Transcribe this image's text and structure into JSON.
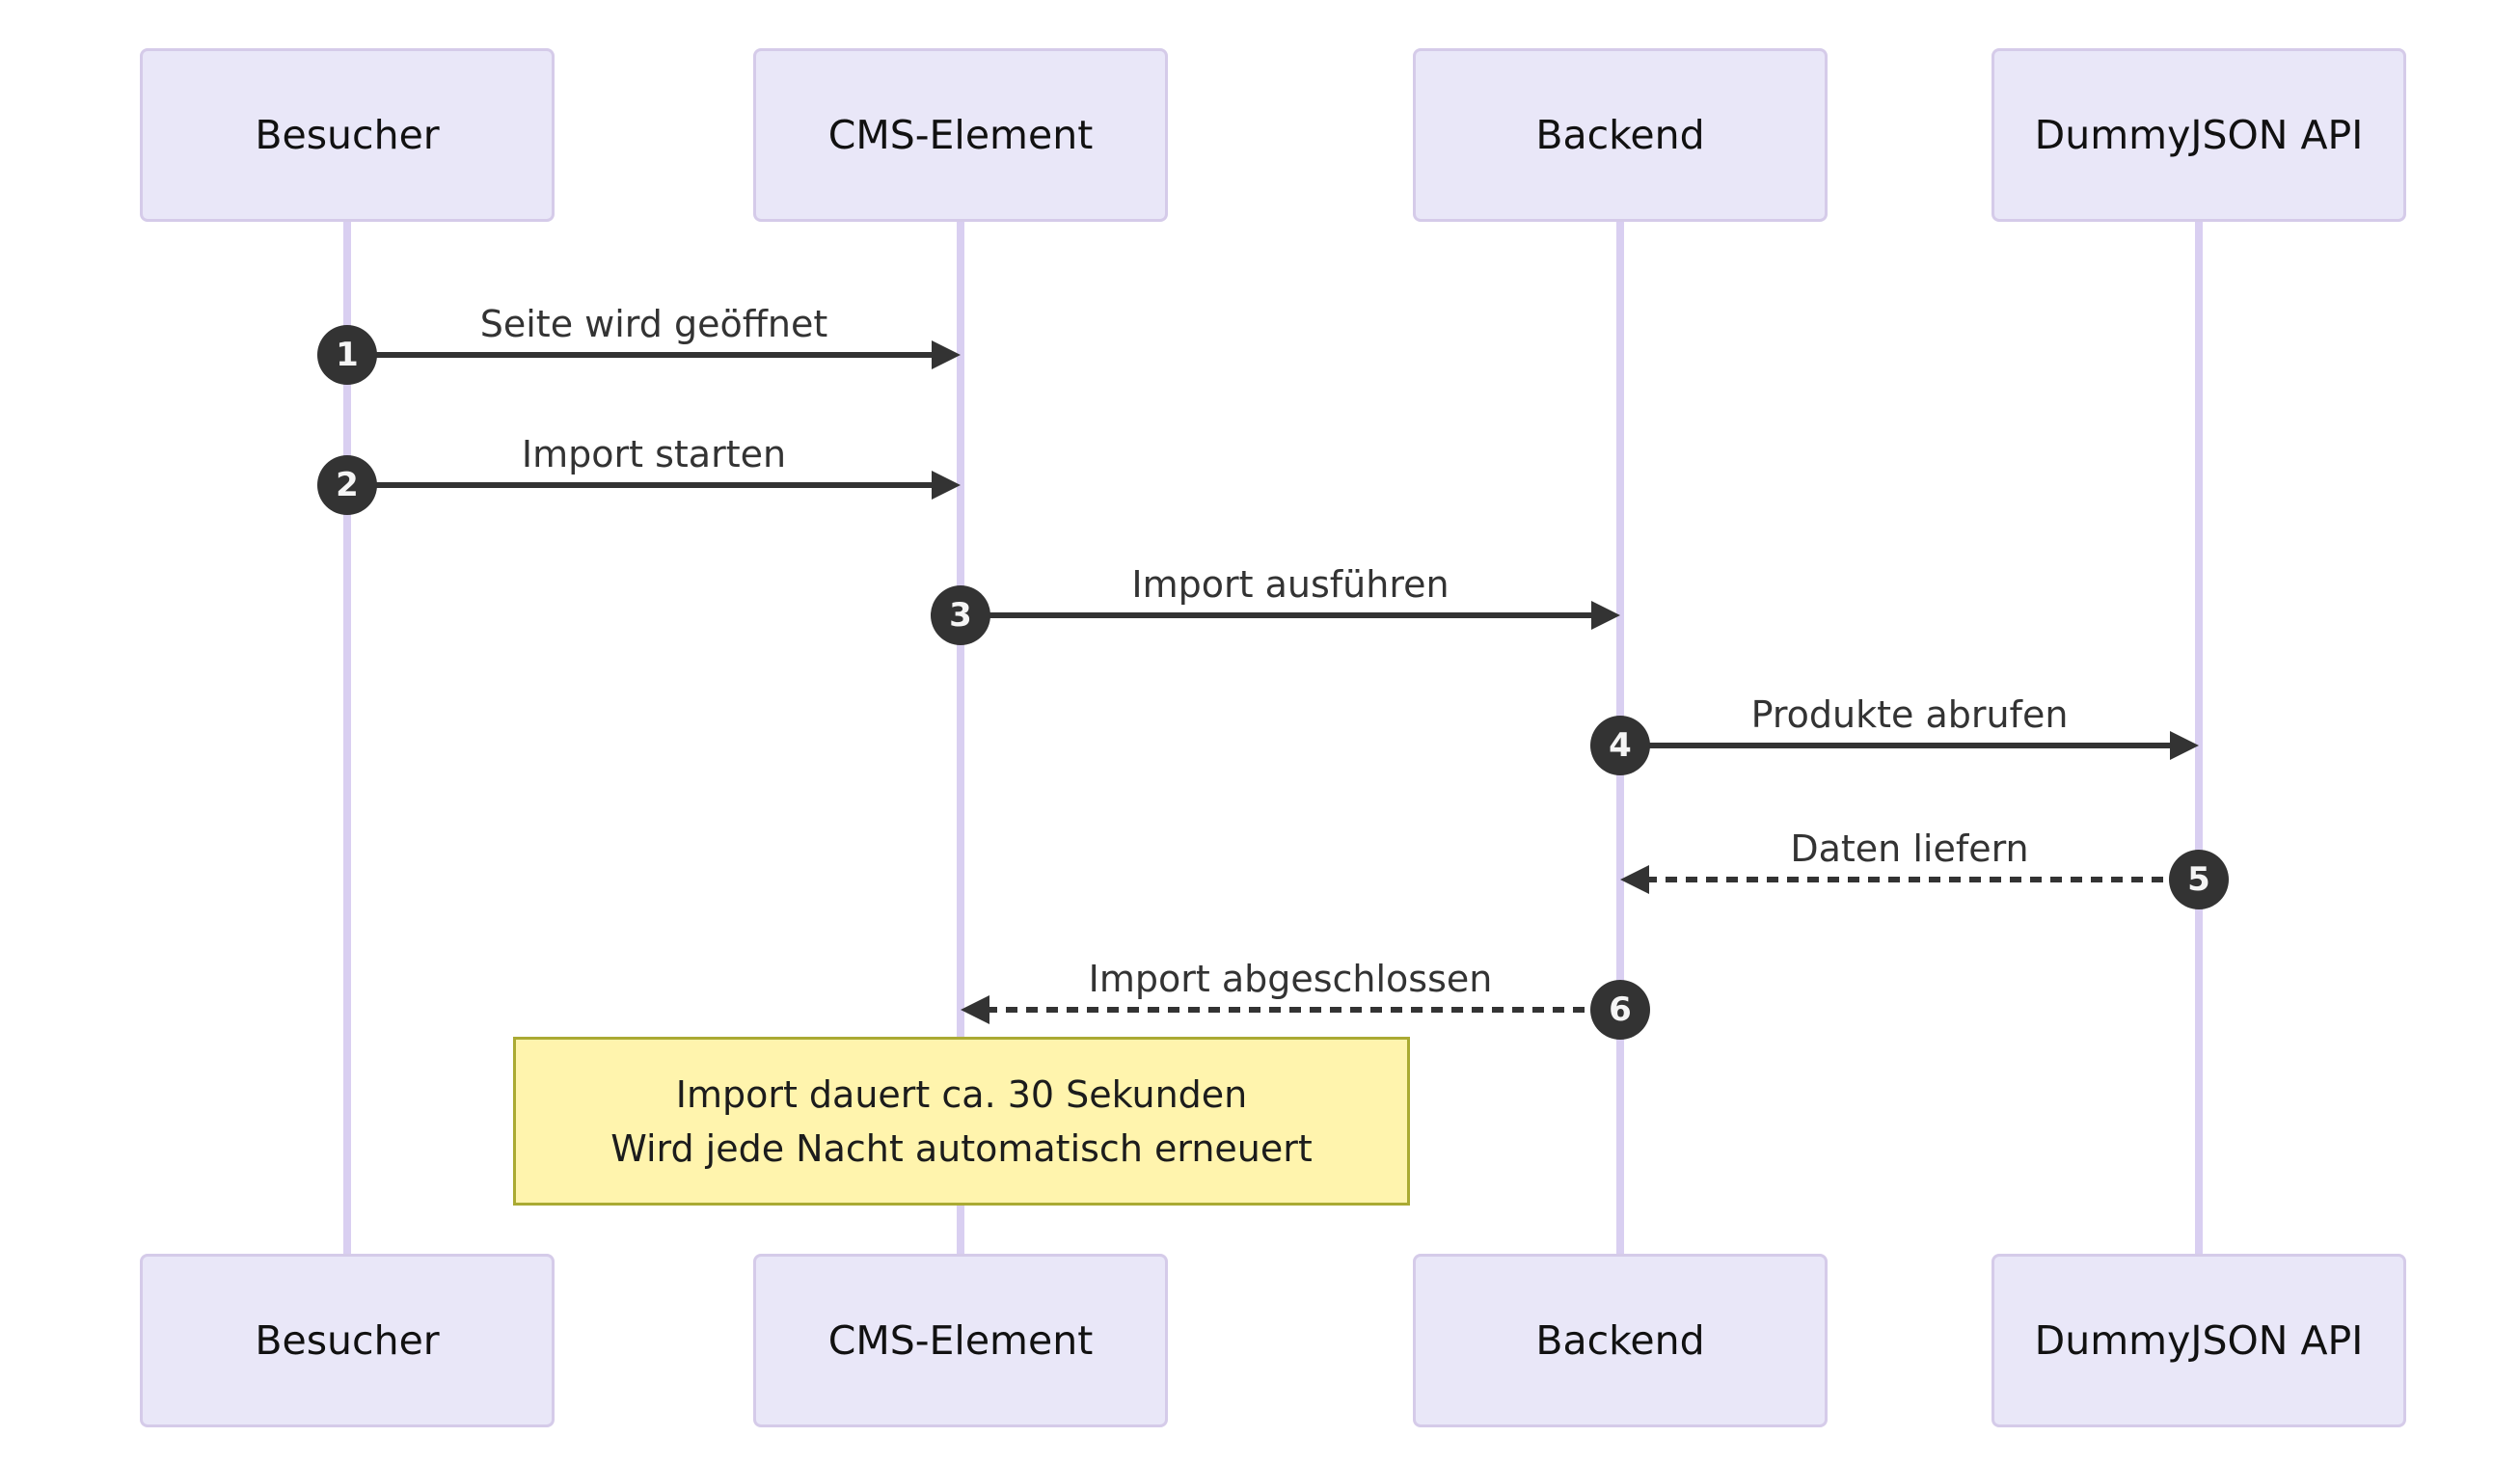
{
  "diagram": {
    "type": "sequence-diagram",
    "actors": [
      {
        "id": "besucher",
        "label": "Besucher"
      },
      {
        "id": "cms",
        "label": "CMS-Element"
      },
      {
        "id": "backend",
        "label": "Backend"
      },
      {
        "id": "dummyjson",
        "label": "DummyJSON API"
      }
    ],
    "messages": [
      {
        "seq": "1",
        "label": "Seite wird geöffnet",
        "from": "Besucher",
        "to": "CMS-Element",
        "style": "solid"
      },
      {
        "seq": "2",
        "label": "Import starten",
        "from": "Besucher",
        "to": "CMS-Element",
        "style": "solid"
      },
      {
        "seq": "3",
        "label": "Import ausführen",
        "from": "CMS-Element",
        "to": "Backend",
        "style": "solid"
      },
      {
        "seq": "4",
        "label": "Produkte abrufen",
        "from": "Backend",
        "to": "DummyJSON API",
        "style": "solid"
      },
      {
        "seq": "5",
        "label": "Daten liefern",
        "from": "DummyJSON API",
        "to": "Backend",
        "style": "dashed"
      },
      {
        "seq": "6",
        "label": "Import abgeschlossen",
        "from": "Backend",
        "to": "CMS-Element",
        "style": "dashed"
      }
    ],
    "note": {
      "over": "CMS-Element",
      "lines": [
        "Import dauert ca. 30 Sekunden",
        "Wird jede Nacht automatisch erneuert"
      ]
    },
    "colors": {
      "actor_fill": "#e9e7f8",
      "actor_border": "#d5cbe9",
      "lifeline": "#d9cff1",
      "arrow": "#333333",
      "number_badge_bg": "#333333",
      "number_badge_fg": "#f5f5f5",
      "note_fill": "#fff4ad",
      "note_border": "#aaaa33",
      "text": "#333333"
    }
  }
}
